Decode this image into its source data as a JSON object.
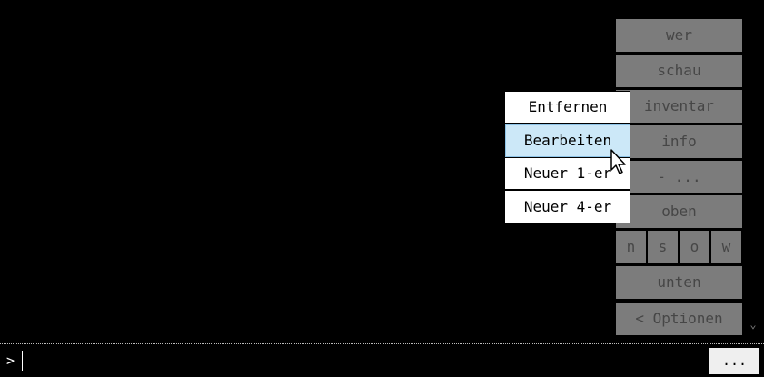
{
  "panel": {
    "buttons": [
      "wer",
      "schau",
      "inventar",
      "info",
      "- ...",
      "oben"
    ],
    "directions": [
      "n",
      "s",
      "o",
      "w"
    ],
    "down": "unten",
    "options": "< Optionen",
    "scroll_glyph": "⌄"
  },
  "context_menu": {
    "items": [
      "Entfernen",
      "Bearbeiten",
      "Neuer 1-er",
      "Neuer 4-er"
    ],
    "hovered_index": 1
  },
  "command": {
    "prompt": ">",
    "value": "",
    "more_label": "..."
  },
  "colors": {
    "background": "#000000",
    "panel_button": "#7c7c7c",
    "panel_text": "#464646",
    "menu_hover": "#cce8f8"
  }
}
